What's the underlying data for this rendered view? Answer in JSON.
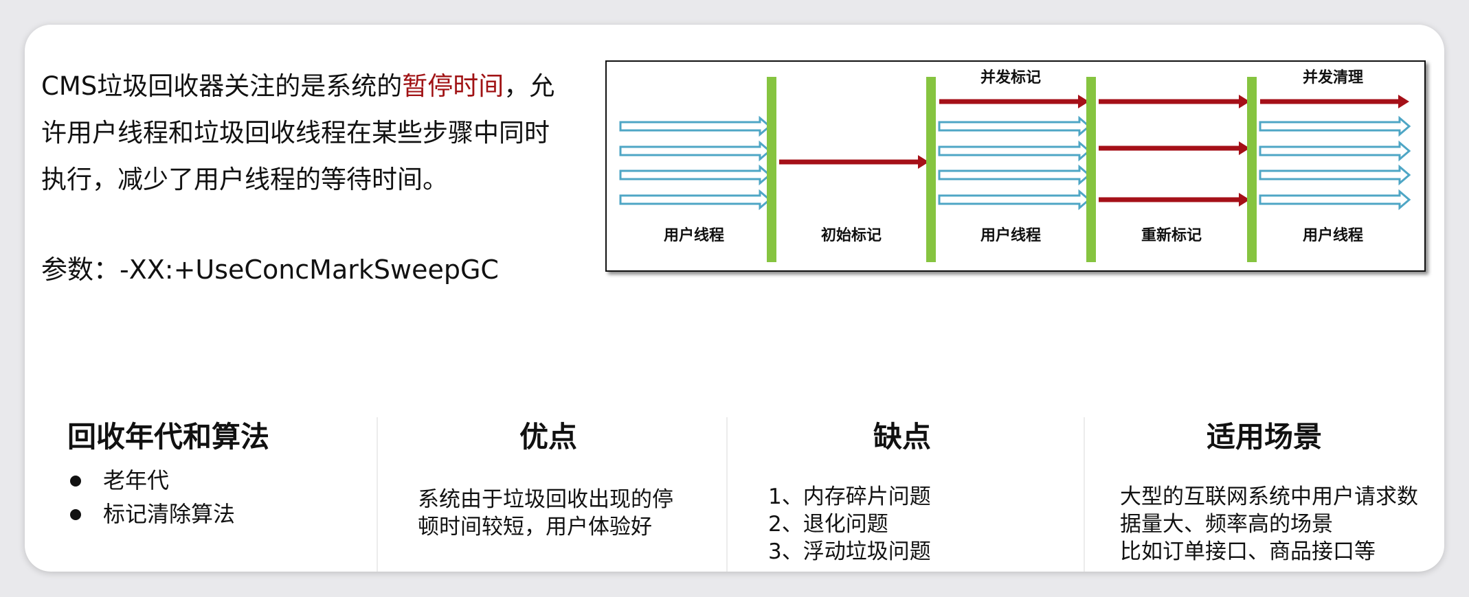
{
  "intro": {
    "part1": "CMS垃圾回收器关注的是系统的",
    "highlight": "暂停时间",
    "part2": "，允许用户线程和垃圾回收线程在某些步骤中同时执行，减少了用户线程的等待时间。"
  },
  "param": "参数：-XX:+UseConcMarkSweepGC",
  "diagram": {
    "stages": [
      {
        "label": "用户线程",
        "top_label": ""
      },
      {
        "label": "初始标记",
        "top_label": ""
      },
      {
        "label": "用户线程",
        "top_label": "并发标记"
      },
      {
        "label": "重新标记",
        "top_label": ""
      },
      {
        "label": "用户线程",
        "top_label": "并发清理"
      }
    ],
    "colors": {
      "user_thread": "#4ea6c5",
      "gc_thread": "#a51018",
      "barrier": "#86c440"
    }
  },
  "columns": [
    {
      "title": "回收年代和算法",
      "type": "bullets",
      "items": [
        "老年代",
        "标记清除算法"
      ]
    },
    {
      "title": "优点",
      "type": "lines",
      "items": [
        "系统由于垃圾回收出现的停",
        "顿时间较短，用户体验好"
      ]
    },
    {
      "title": "缺点",
      "type": "lines",
      "items": [
        "1、内存碎片问题",
        "2、退化问题",
        "3、浮动垃圾问题"
      ]
    },
    {
      "title": "适用场景",
      "type": "lines",
      "items": [
        "大型的互联网系统中用户请求数",
        "据量大、频率高的场景",
        "比如订单接口、商品接口等"
      ]
    }
  ]
}
